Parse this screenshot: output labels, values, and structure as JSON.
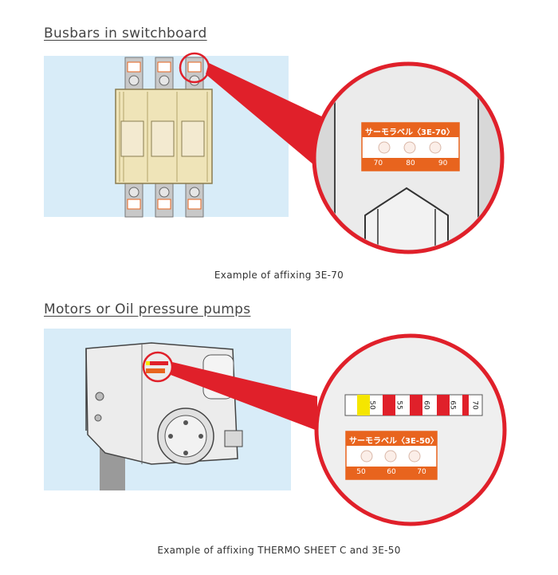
{
  "sections": [
    {
      "heading": "Busbars in switchboard",
      "caption": "Example of affixing 3E-70",
      "label": {
        "brand": "サーモラベル",
        "model": "〈3E-70〉",
        "temps": [
          "70",
          "80",
          "90"
        ]
      }
    },
    {
      "heading": "Motors or Oil pressure pumps",
      "caption": "Example of affixing THERMO SHEET C and 3E-50",
      "sheet_temps": [
        "50",
        "55",
        "60",
        "65",
        "70"
      ],
      "label": {
        "brand": "サーモラベル",
        "model": "〈3E-50〉",
        "temps": [
          "50",
          "60",
          "70"
        ]
      }
    }
  ],
  "colors": {
    "accent_red": "#e0202a",
    "label_orange": "#e8641e",
    "sky": "#d8ecf8",
    "yellow": "#f5e600"
  }
}
